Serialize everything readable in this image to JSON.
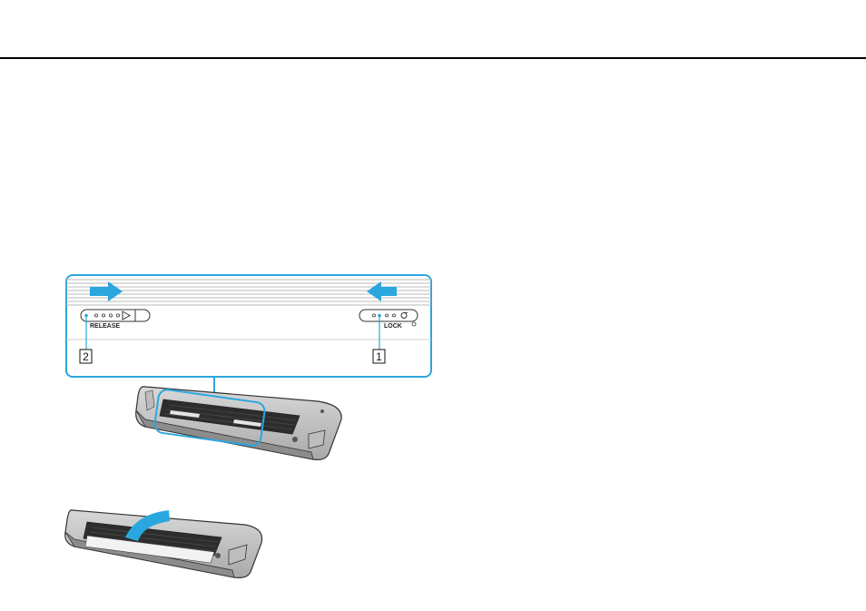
{
  "figure": {
    "release_label": "RELEASE",
    "lock_label": "LOCK",
    "callout_1": "1",
    "callout_2": "2",
    "accent_color": "#2aa7df"
  }
}
